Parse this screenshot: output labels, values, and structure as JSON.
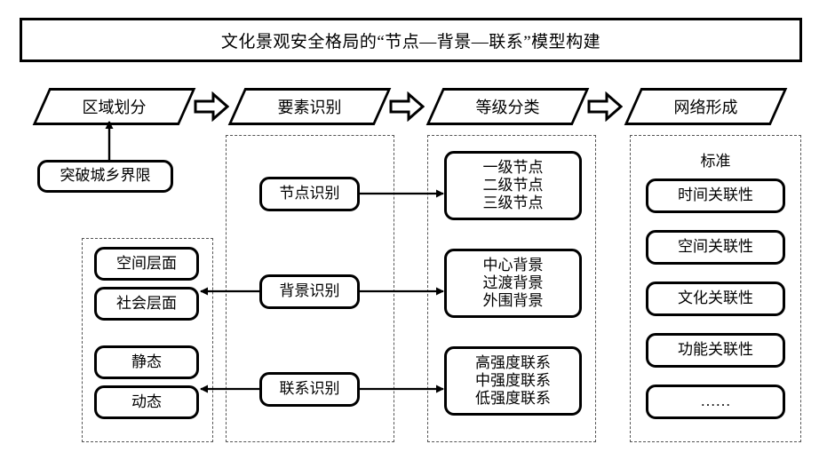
{
  "title": {
    "text": "文化景观安全格局的“节点—背景—联系”模型构建"
  },
  "stages": [
    {
      "id": "region-division",
      "label": "区域划分"
    },
    {
      "id": "element-identify",
      "label": "要素识别"
    },
    {
      "id": "grade-classify",
      "label": "等级分类"
    },
    {
      "id": "network-form",
      "label": "网络形成"
    }
  ],
  "arrows": {
    "glyph": "block-arrow-right",
    "count": 3
  },
  "column1": {
    "top_box": {
      "label": "突破城乡界限"
    },
    "group_items": [
      {
        "label": "空间层面"
      },
      {
        "label": "社会层面"
      },
      {
        "label": "静态"
      },
      {
        "label": "动态"
      }
    ]
  },
  "column2": {
    "items": [
      {
        "label": "节点识别"
      },
      {
        "label": "背景识别"
      },
      {
        "label": "联系识别"
      }
    ]
  },
  "column3": {
    "items": [
      {
        "lines": [
          "一级节点",
          "二级节点",
          "三级节点"
        ]
      },
      {
        "lines": [
          "中心背景",
          "过渡背景",
          "外围背景"
        ]
      },
      {
        "lines": [
          "高强度联系",
          "中强度联系",
          "低强度联系"
        ]
      }
    ]
  },
  "column4": {
    "caption": "标准",
    "items": [
      {
        "label": "时间关联性"
      },
      {
        "label": "空间关联性"
      },
      {
        "label": "文化关联性"
      },
      {
        "label": "功能关联性"
      },
      {
        "label": "……"
      }
    ]
  },
  "colors": {
    "stroke": "#000000",
    "dashed": "#555555",
    "background": "#ffffff"
  }
}
